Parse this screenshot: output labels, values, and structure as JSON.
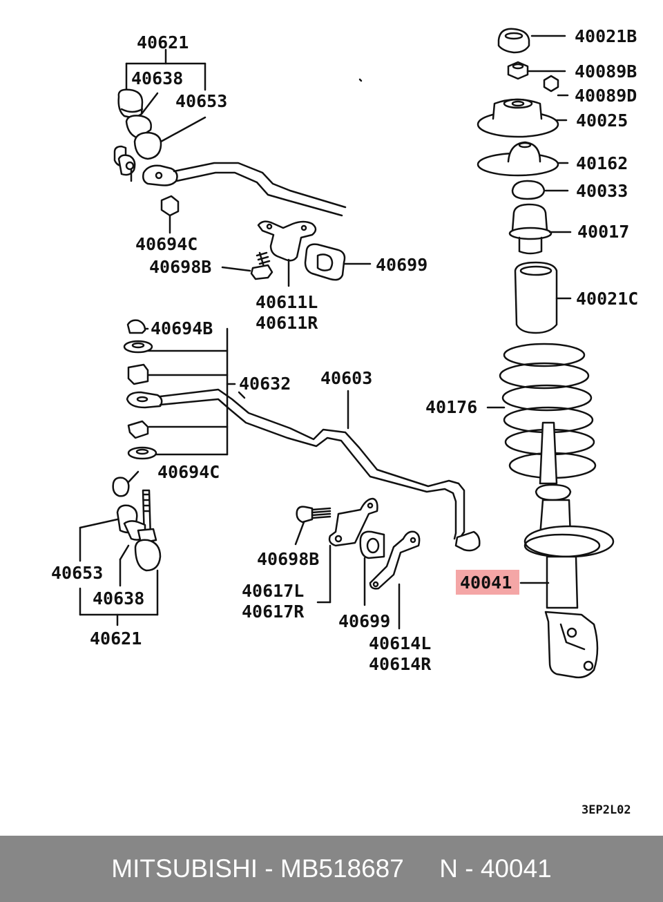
{
  "callouts": {
    "p40621_top": "40621",
    "p40638_top": "40638",
    "p40653_top": "40653",
    "p40694C_top": "40694C",
    "p40698B_top": "40698B",
    "p40611L": "40611L",
    "p40611R": "40611R",
    "p40699_top": "40699",
    "p40694B": "40694B",
    "p40632": "40632",
    "p40603": "40603",
    "p40694C_mid": "40694C",
    "p40653_bot": "40653",
    "p40638_bot": "40638",
    "p40621_bot": "40621",
    "p40698B_bot": "40698B",
    "p40617L": "40617L",
    "p40617R": "40617R",
    "p40699_bot": "40699",
    "p40614L": "40614L",
    "p40614R": "40614R",
    "p40021B": "40021B",
    "p40089B": "40089B",
    "p40089D": "40089D",
    "p40025": "40025",
    "p40162": "40162",
    "p40033": "40033",
    "p40017": "40017",
    "p40021C": "40021C",
    "p40176": "40176",
    "p40041": "40041"
  },
  "highlighted_part": "40041",
  "highlight_color": "#f4a6a6",
  "diagram_code": "3EP2L02",
  "footer": {
    "text": "MITSUBISHI - MB518687     N - 40041",
    "background": "#878787"
  }
}
